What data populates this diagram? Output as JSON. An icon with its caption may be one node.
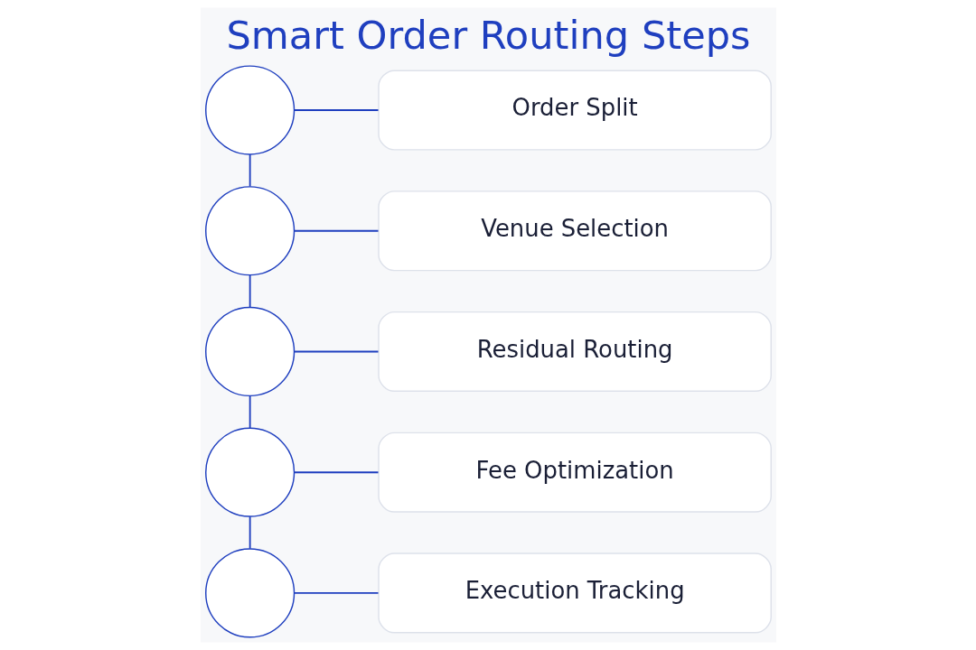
{
  "diagram": {
    "title": "Smart Order Routing Steps",
    "nodes": [
      {
        "text": [],
        "shape": "circle"
      },
      {
        "text": [
          "Order Split"
        ]
      },
      {
        "text": [],
        "shape": "circle"
      },
      {
        "text": [
          "Venue Selection"
        ]
      },
      {
        "text": [],
        "shape": "circle"
      },
      {
        "text": [
          "Residual Routing"
        ]
      },
      {
        "text": [],
        "shape": "circle"
      },
      {
        "text": [
          "Fee Optimization"
        ]
      },
      {
        "text": [],
        "shape": "circle"
      },
      {
        "text": [
          "Execution Tracking"
        ]
      }
    ],
    "edges": [
      {
        "from": 0,
        "to": 1,
        "arrow": "none"
      },
      {
        "from": 0,
        "to": 2,
        "arrow": "none"
      },
      {
        "from": 2,
        "to": 3,
        "arrow": "none"
      },
      {
        "from": 2,
        "to": 4,
        "arrow": "none"
      },
      {
        "from": 4,
        "to": 5,
        "arrow": "none"
      },
      {
        "from": 4,
        "to": 6,
        "arrow": "none"
      },
      {
        "from": 6,
        "to": 7,
        "arrow": "none"
      },
      {
        "from": 6,
        "to": 8,
        "arrow": "none"
      },
      {
        "from": 8,
        "to": 9,
        "arrow": "none"
      }
    ]
  }
}
